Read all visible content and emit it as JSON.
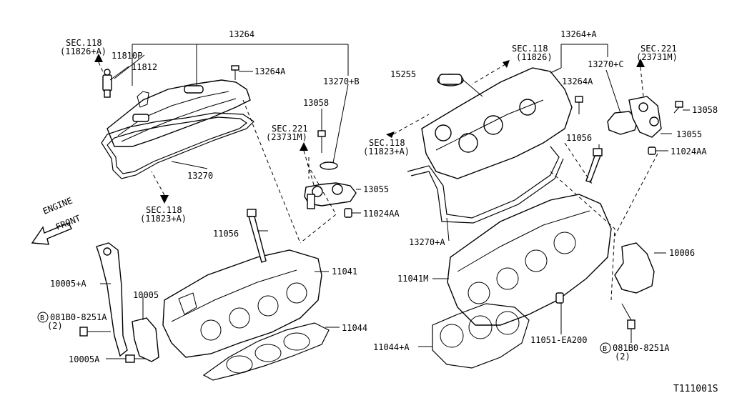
{
  "diagram": {
    "figure_id": "T111001S",
    "engine_front": [
      "ENGINE",
      "FRONT"
    ],
    "callouts": {
      "p13264": "13264",
      "sec118_a": "SEC.118",
      "sec118_a_sub": "(11826+A)",
      "p11810p": "11810P",
      "p11812": "11812",
      "p13264a_l": "13264A",
      "p13270b": "13270+B",
      "p13058_l": "13058",
      "sec221_l": "SEC.221",
      "sec221_l_sub": "(23731M)",
      "p13270": "13270",
      "sec118_b": "SEC.118",
      "sec118_b_sub": "(11823+A)",
      "p13055_l": "13055",
      "p11024aa_l": "11024AA",
      "p11056_l": "11056",
      "p11041": "11041",
      "p10005a_plus": "10005+A",
      "p10005": "10005",
      "bolt_l": "081B0-8251A",
      "bolt_l_qty": "(2)",
      "p11044": "11044",
      "p10005a": "10005A",
      "p13264a_plus": "13264+A",
      "sec118_c": "SEC.118",
      "sec118_c_sub": "(11826)",
      "sec221_r": "SEC.221",
      "sec221_r_sub": "(23731M)",
      "p15255": "15255",
      "p13270c": "13270+C",
      "p13264a_r": "13264A",
      "p13058_r": "13058",
      "sec118_d": "SEC.118",
      "sec118_d_sub": "(11823+A)",
      "p13055_r": "13055",
      "p11056_r": "11056",
      "p11024aa_r": "11024AA",
      "p13270a": "13270+A",
      "p10006": "10006",
      "p11041m": "11041M",
      "p11044a": "11044+A",
      "p11051": "11051-EA200",
      "bolt_r": "081B0-8251A",
      "bolt_r_qty": "(2)"
    }
  }
}
